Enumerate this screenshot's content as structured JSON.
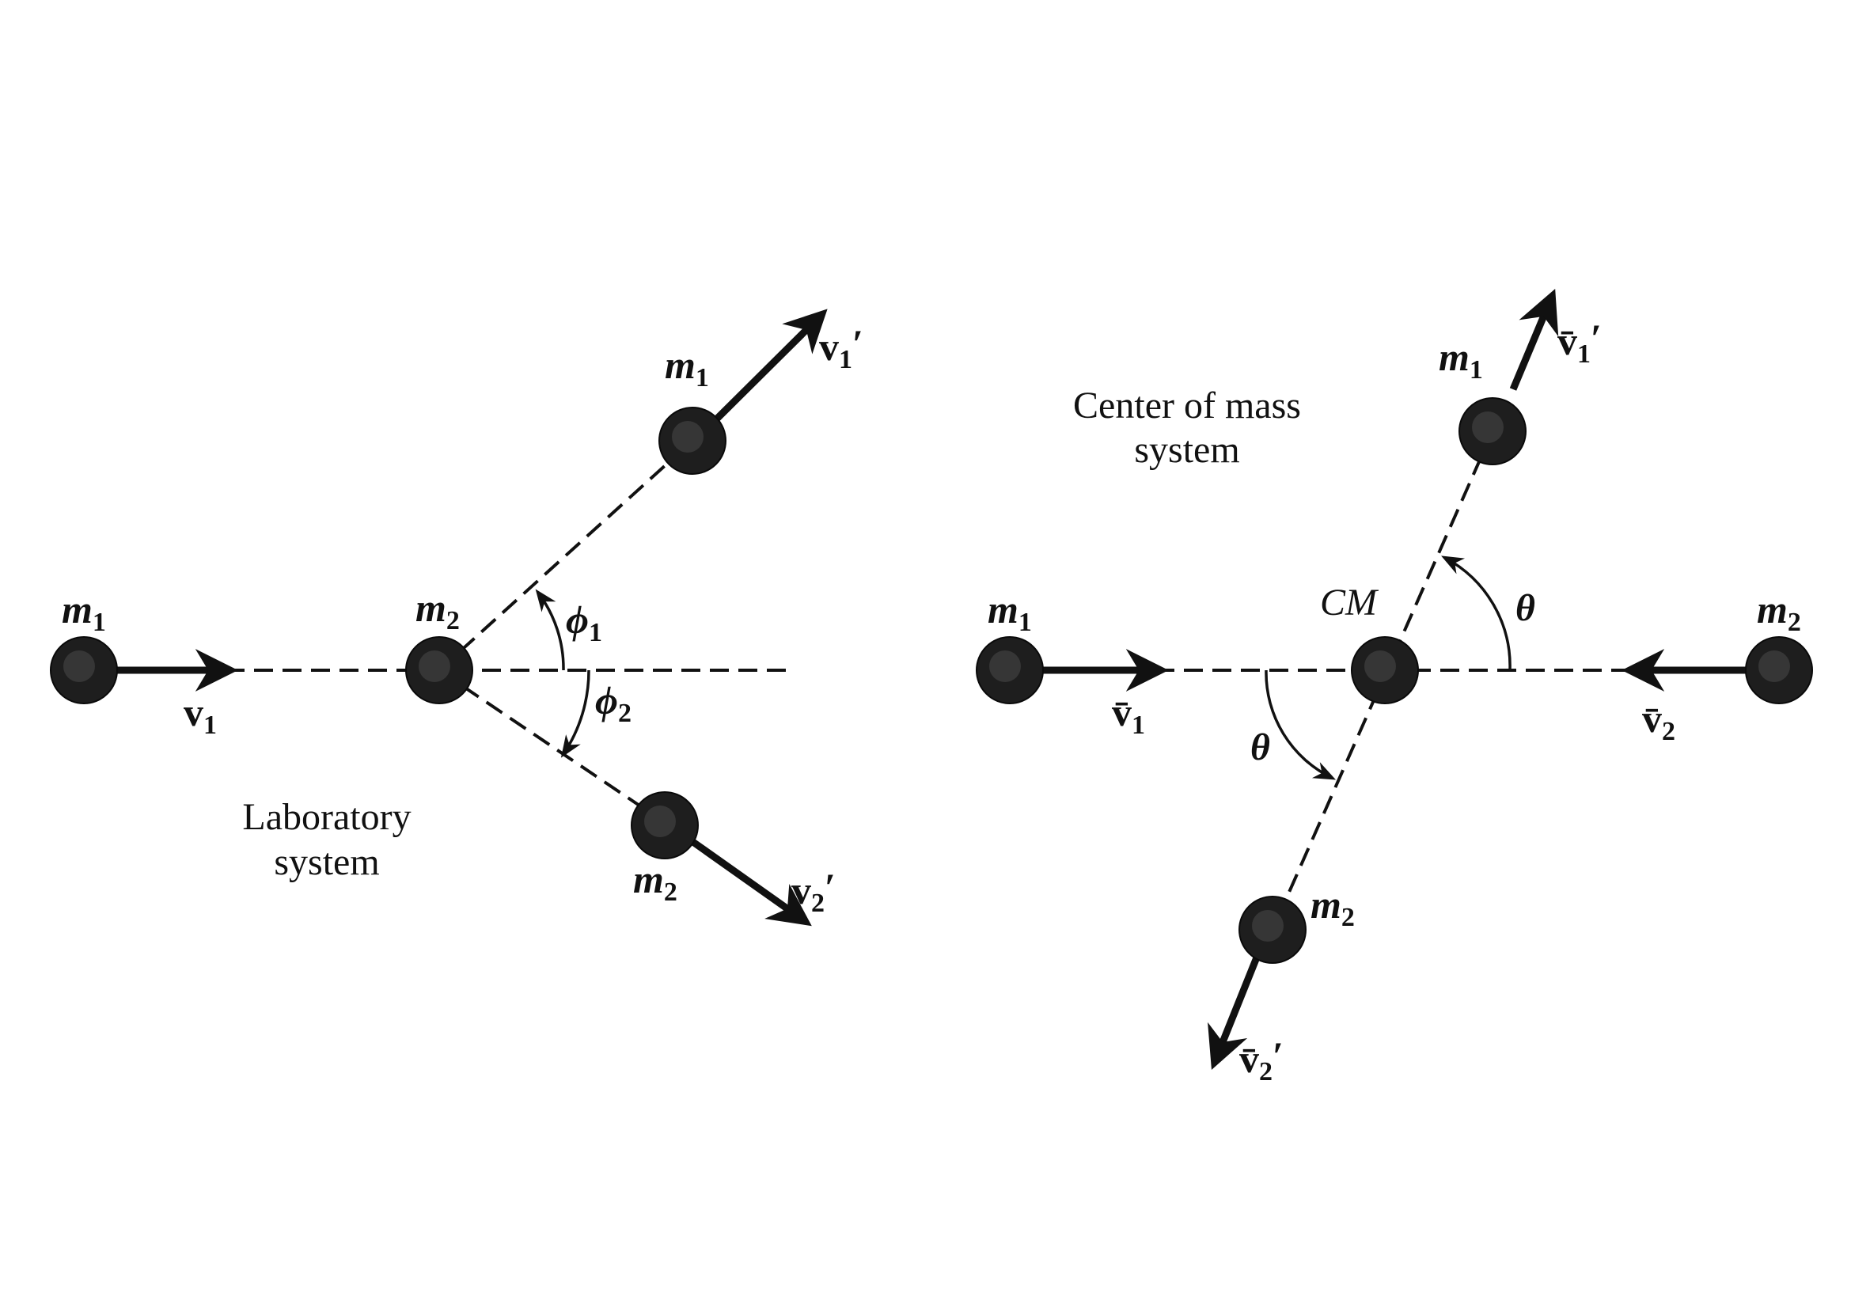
{
  "laboratory": {
    "system_label_line1": "Laboratory",
    "system_label_line2": "system",
    "incoming_mass": "m",
    "incoming_mass_sub": "1",
    "target_mass": "m",
    "target_mass_sub": "2",
    "scattered_mass1": "m",
    "scattered_mass1_sub": "1",
    "scattered_mass2": "m",
    "scattered_mass2_sub": "2",
    "v1": "v",
    "v1_sub": "1",
    "v1_prime": "v",
    "v1_prime_sub": "1",
    "v1_prime_mark": "′",
    "v2_prime": "v",
    "v2_prime_sub": "2",
    "v2_prime_mark": "′",
    "phi1": "ϕ",
    "phi1_sub": "1",
    "phi2": "ϕ",
    "phi2_sub": "2"
  },
  "center_of_mass": {
    "system_label_line1": "Center of mass",
    "system_label_line2": "system",
    "cm_label": "CM",
    "left_mass": "m",
    "left_mass_sub": "1",
    "right_mass": "m",
    "right_mass_sub": "2",
    "upper_mass": "m",
    "upper_mass_sub": "1",
    "lower_mass": "m",
    "lower_mass_sub": "2",
    "v1bar": "v̄",
    "v1bar_sub": "1",
    "v2bar": "v̄",
    "v2bar_sub": "2",
    "v1bar_prime": "v̄",
    "v1bar_prime_sub": "1",
    "v1bar_prime_mark": "′",
    "v2bar_prime": "v̄",
    "v2bar_prime_sub": "2",
    "v2bar_prime_mark": "′",
    "theta_upper": "θ",
    "theta_lower": "θ"
  }
}
